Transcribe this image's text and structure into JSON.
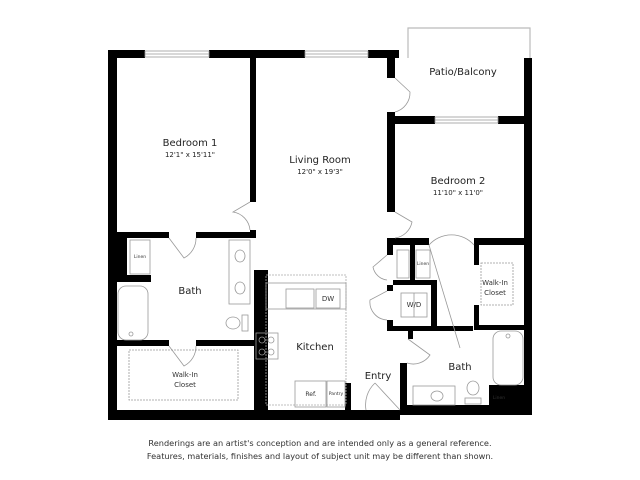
{
  "floorplan": {
    "rooms": [
      {
        "id": "bedroom1",
        "name": "Bedroom 1",
        "dimensions": "12'1\" x 15'11\""
      },
      {
        "id": "living",
        "name": "Living Room",
        "dimensions": "12'0\" x 19'3\""
      },
      {
        "id": "patio",
        "name": "Patio/Balcony"
      },
      {
        "id": "bedroom2",
        "name": "Bedroom 2",
        "dimensions": "11'10\" x 11'0\""
      },
      {
        "id": "bath1",
        "name": "Bath"
      },
      {
        "id": "closet1",
        "name": "Walk-In",
        "name2": "Closet"
      },
      {
        "id": "kitchen",
        "name": "Kitchen"
      },
      {
        "id": "entry",
        "name": "Entry"
      },
      {
        "id": "bath2",
        "name": "Bath"
      },
      {
        "id": "closet2",
        "name": "Walk-In",
        "name2": "Closet"
      }
    ],
    "fixtures": {
      "dw": "DW",
      "wd": "W/D",
      "ref": "Ref.",
      "pantry": "Pantry",
      "linen1": "Linen",
      "linen2": "Linen",
      "linen3": "Linen"
    },
    "colors": {
      "wall": "#000000",
      "fixture": "#9a9a9a",
      "background": "#ffffff"
    }
  },
  "disclaimer": {
    "line1": "Renderings are an artist's conception and are intended only as a general reference.",
    "line2": "Features, materials, finishes and layout of subject unit may be different than shown."
  }
}
